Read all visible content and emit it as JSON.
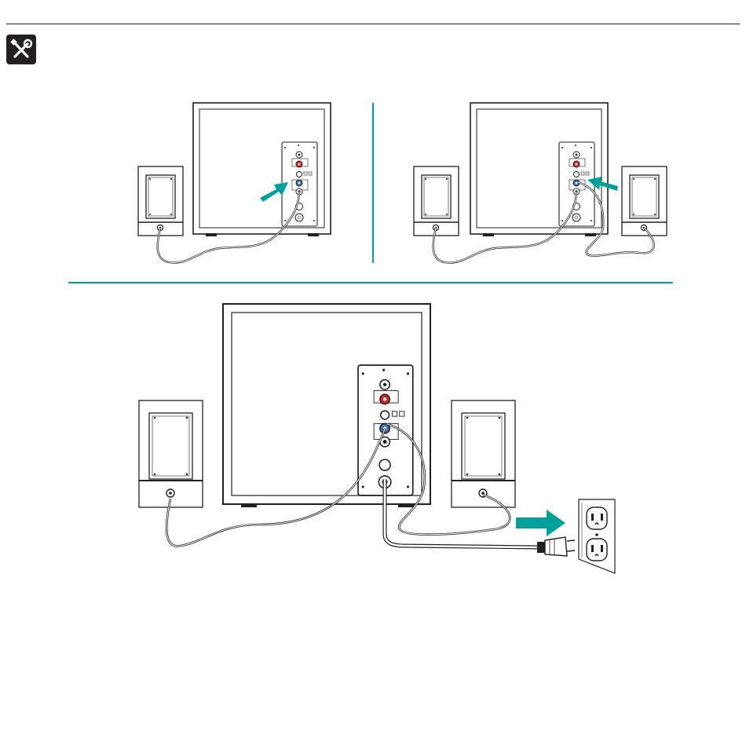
{
  "page": {
    "header_icon": "tools-icon"
  },
  "colors": {
    "ink": "#231f20",
    "accent": "#00a19a",
    "jack_red": "#e2231a",
    "jack_blue": "#3c6fb6",
    "background": "#ffffff"
  },
  "steps": [
    {
      "name": "connect-left-satellite",
      "arrow_icon": "teal-arrow-icon"
    },
    {
      "name": "connect-right-satellite",
      "arrow_icon": "teal-arrow-icon"
    },
    {
      "name": "plug-into-wall-outlet",
      "arrow_icon": "teal-arrow-icon"
    }
  ],
  "icons": [
    "tools-icon",
    "subwoofer-icon",
    "satellite-speaker-icon",
    "power-plug-icon",
    "wall-outlet-icon",
    "teal-arrow-icon"
  ]
}
